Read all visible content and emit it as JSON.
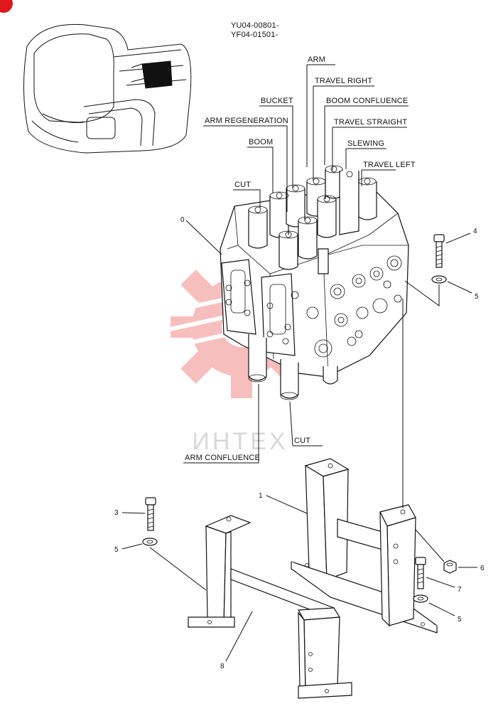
{
  "header": {
    "serial_1": "YU04-00801-",
    "serial_2": "YF04-01501-"
  },
  "callouts": {
    "arm": "ARM",
    "travel_right": "TRAVEL RIGHT",
    "bucket": "BUCKET",
    "boom_confluence": "BOOM CONFLUENCE",
    "arm_regeneration": "ARM REGENERATION",
    "travel_straight": "TRAVEL STRAIGHT",
    "boom": "BOOM",
    "slewing": "SLEWING",
    "travel_left": "TRAVEL LEFT",
    "cut_top": "CUT",
    "cut_bottom": "CUT",
    "arm_confluence": "ARM CONFLUENCE"
  },
  "part_numbers": {
    "p0": "0",
    "p1": "1",
    "p3": "3",
    "p4": "4",
    "p5a": "5",
    "p5b": "5",
    "p5c": "5",
    "p6": "6",
    "p7": "7",
    "p8": "8"
  },
  "watermark": "ИНТЕХ",
  "colors": {
    "badge": "#e1171e",
    "watermark": "#f28a8a",
    "line": "#111111"
  }
}
